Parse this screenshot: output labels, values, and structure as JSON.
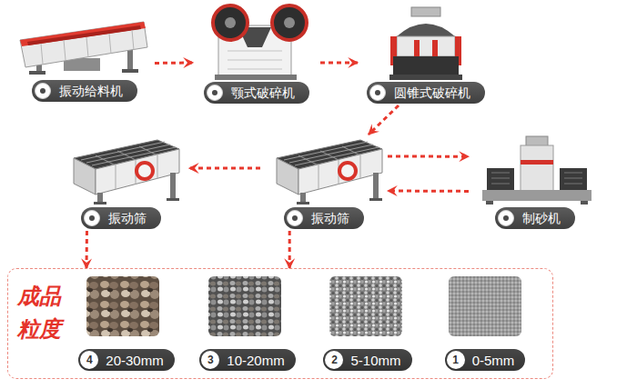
{
  "diagram": {
    "nodes": [
      {
        "text": [
          "振动给料机"
        ]
      },
      {
        "text": [
          "颚式破碎机"
        ]
      },
      {
        "text": [
          "圆锥式破碎机"
        ]
      },
      {
        "text": [
          "振动筛"
        ]
      },
      {
        "text": [
          "振动筛"
        ]
      },
      {
        "text": [
          "制砂机"
        ]
      },
      {
        "text": [
          "成品 粒度"
        ]
      },
      {
        "text": [
          "4",
          "20-30mm"
        ],
        "in": 6
      },
      {
        "text": [
          "3",
          "10-20mm"
        ],
        "in": 6
      },
      {
        "text": [
          "2",
          "5-10mm"
        ],
        "in": 6
      },
      {
        "text": [
          "1",
          "0-5mm"
        ],
        "in": 6
      }
    ],
    "edges": [
      {
        "from": 0,
        "to": 1,
        "arrow": "to"
      },
      {
        "from": 1,
        "to": 2,
        "arrow": "to"
      },
      {
        "from": 2,
        "to": 4,
        "arrow": "to"
      },
      {
        "from": 4,
        "to": 3,
        "arrow": "to"
      },
      {
        "from": 4,
        "to": 5,
        "arrow": "to"
      },
      {
        "from": 5,
        "to": 4,
        "arrow": "to"
      },
      {
        "from": 3,
        "to": 6,
        "arrow": "to"
      },
      {
        "from": 4,
        "to": 6,
        "arrow": "to"
      }
    ]
  }
}
